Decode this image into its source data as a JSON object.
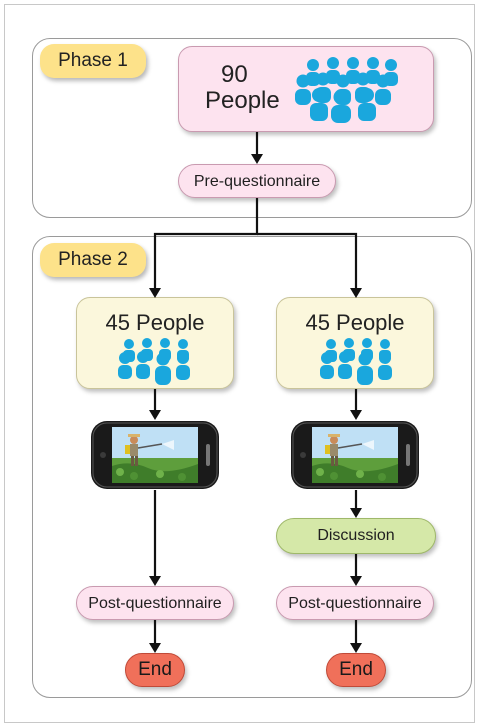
{
  "phase1": {
    "tag": "Phase 1",
    "group": {
      "count": "90",
      "label": "People",
      "icon": "people-group-icon"
    },
    "pre_questionnaire": "Pre-questionnaire"
  },
  "phase2": {
    "tag": "Phase 2",
    "left_branch": {
      "group_label": "45 People",
      "icon": "people-group-icon",
      "video_icon": "smartphone-video-icon",
      "post_questionnaire": "Post-questionnaire",
      "end": "End"
    },
    "right_branch": {
      "group_label": "45 People",
      "icon": "people-group-icon",
      "video_icon": "smartphone-video-icon",
      "discussion": "Discussion",
      "post_questionnaire": "Post-questionnaire",
      "end": "End"
    }
  },
  "colors": {
    "phase_tag": "#fde28a",
    "pink_node": "#fde3ef",
    "cream_node": "#fbf7dc",
    "discussion_node": "#d5e8a8",
    "end_node": "#f0705a",
    "people_icon": "#1aa7dd"
  }
}
